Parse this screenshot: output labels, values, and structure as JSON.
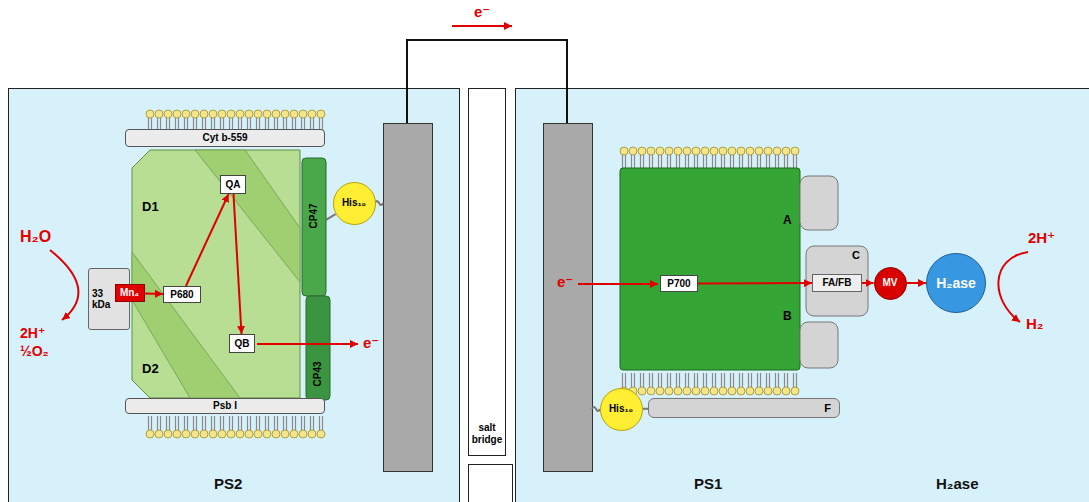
{
  "diagram": {
    "nodes": [
      {
        "text": [
          "Cyt b-559"
        ]
      },
      {
        "text": [
          "D1"
        ]
      },
      {
        "text": [
          "QA"
        ],
        "in": 1
      },
      {
        "text": [
          "CP47"
        ]
      },
      {
        "text": [
          "His₁₀"
        ]
      },
      {
        "text": [
          "33 kDa"
        ]
      },
      {
        "text": [
          "Mn₄"
        ]
      },
      {
        "text": [
          "P680"
        ]
      },
      {
        "text": [
          "D2"
        ]
      },
      {
        "text": [
          "QB"
        ],
        "in": 8
      },
      {
        "text": [
          "CP43"
        ]
      },
      {
        "text": [
          "Psb I"
        ]
      },
      {
        "text": [
          "salt bridge"
        ]
      },
      {
        "text": [
          "A",
          "B"
        ]
      },
      {
        "text": [
          "P700"
        ],
        "in": 13
      },
      {
        "text": [
          "C"
        ]
      },
      {
        "text": [
          "FA/FB"
        ],
        "in": 15
      },
      {
        "text": [
          "MV"
        ]
      },
      {
        "text": [
          "H₂ase"
        ]
      },
      {
        "text": [
          "His₁₀"
        ]
      },
      {
        "text": [
          "F"
        ]
      }
    ],
    "edges": [
      {
        "from": 6,
        "to": 7,
        "arrow": "to"
      },
      {
        "from": 7,
        "to": 2,
        "arrow": "to"
      },
      {
        "from": 2,
        "to": 9,
        "arrow": "to"
      },
      {
        "from": 3,
        "to": 4,
        "arrow": "none"
      },
      {
        "from": 14,
        "to": 16,
        "arrow": "to"
      },
      {
        "from": 16,
        "to": 17,
        "arrow": "to"
      },
      {
        "from": 17,
        "to": 18,
        "arrow": "to"
      },
      {
        "from": 19,
        "to": 20,
        "arrow": "none"
      }
    ],
    "labels": [
      "e⁻",
      "H₂O",
      "2H⁺",
      "½O₂",
      "e⁻",
      "PS2",
      "e⁻",
      "2H⁺",
      "H₂",
      "PS1",
      "H₂ase"
    ]
  }
}
